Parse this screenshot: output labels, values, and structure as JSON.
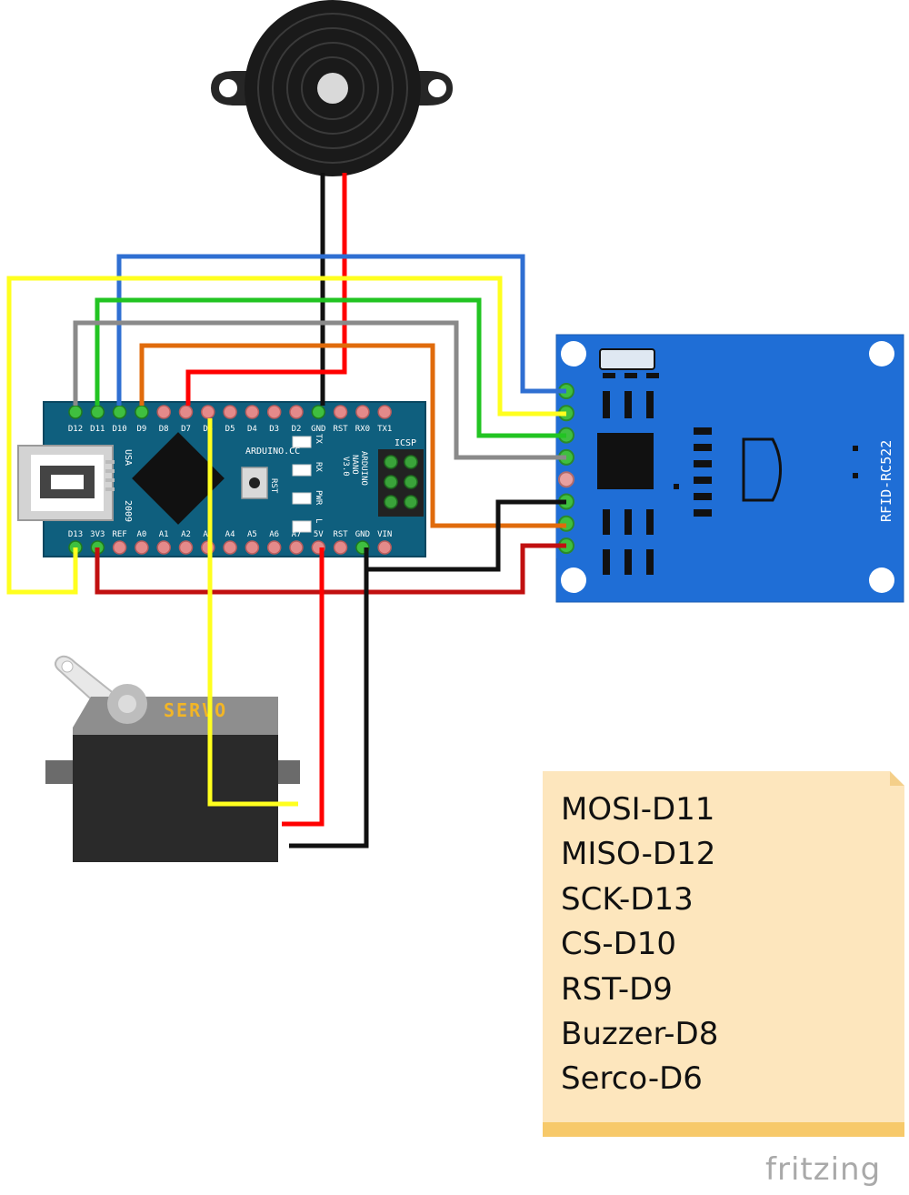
{
  "colors": {
    "board_blue": "#0f5f7e",
    "rfid_blue": "#1f6ed6",
    "wire_blue": "#2f6fd2",
    "wire_yellow": "#ffff1e",
    "wire_green": "#22c422",
    "wire_gray": "#8a8a8a",
    "wire_orange": "#e06b0c",
    "wire_red": "#ff0000",
    "wire_black": "#111111",
    "servo_label": "#f2b526",
    "note_bg": "#fde6bd"
  },
  "arduino": {
    "model": [
      "ARDUINO",
      "NANO",
      "V3.0"
    ],
    "site": "ARDUINO.CC",
    "country": "USA",
    "year": "2009",
    "icsp": "ICSP",
    "rst": "RST",
    "leds": [
      "TX",
      "RX",
      "PWR",
      "L"
    ],
    "top_pins": [
      "D12",
      "D11",
      "D10",
      "D9",
      "D8",
      "D7",
      "D6",
      "D5",
      "D4",
      "D3",
      "D2",
      "GND",
      "RST",
      "RX0",
      "TX1"
    ],
    "bottom_pins": [
      "D13",
      "3V3",
      "REF",
      "A0",
      "A1",
      "A2",
      "A3",
      "A4",
      "A5",
      "A6",
      "A7",
      "5V",
      "RST",
      "GND",
      "VIN"
    ]
  },
  "rfid": {
    "label": "RFID-RC522"
  },
  "servo": {
    "label": "SERVO"
  },
  "note": {
    "lines": [
      "MOSI-D11",
      "MISO-D12",
      "SCK-D13",
      "CS-D10",
      "RST-D9",
      "Buzzer-D8",
      "Serco-D6"
    ]
  },
  "brand": "fritzing"
}
